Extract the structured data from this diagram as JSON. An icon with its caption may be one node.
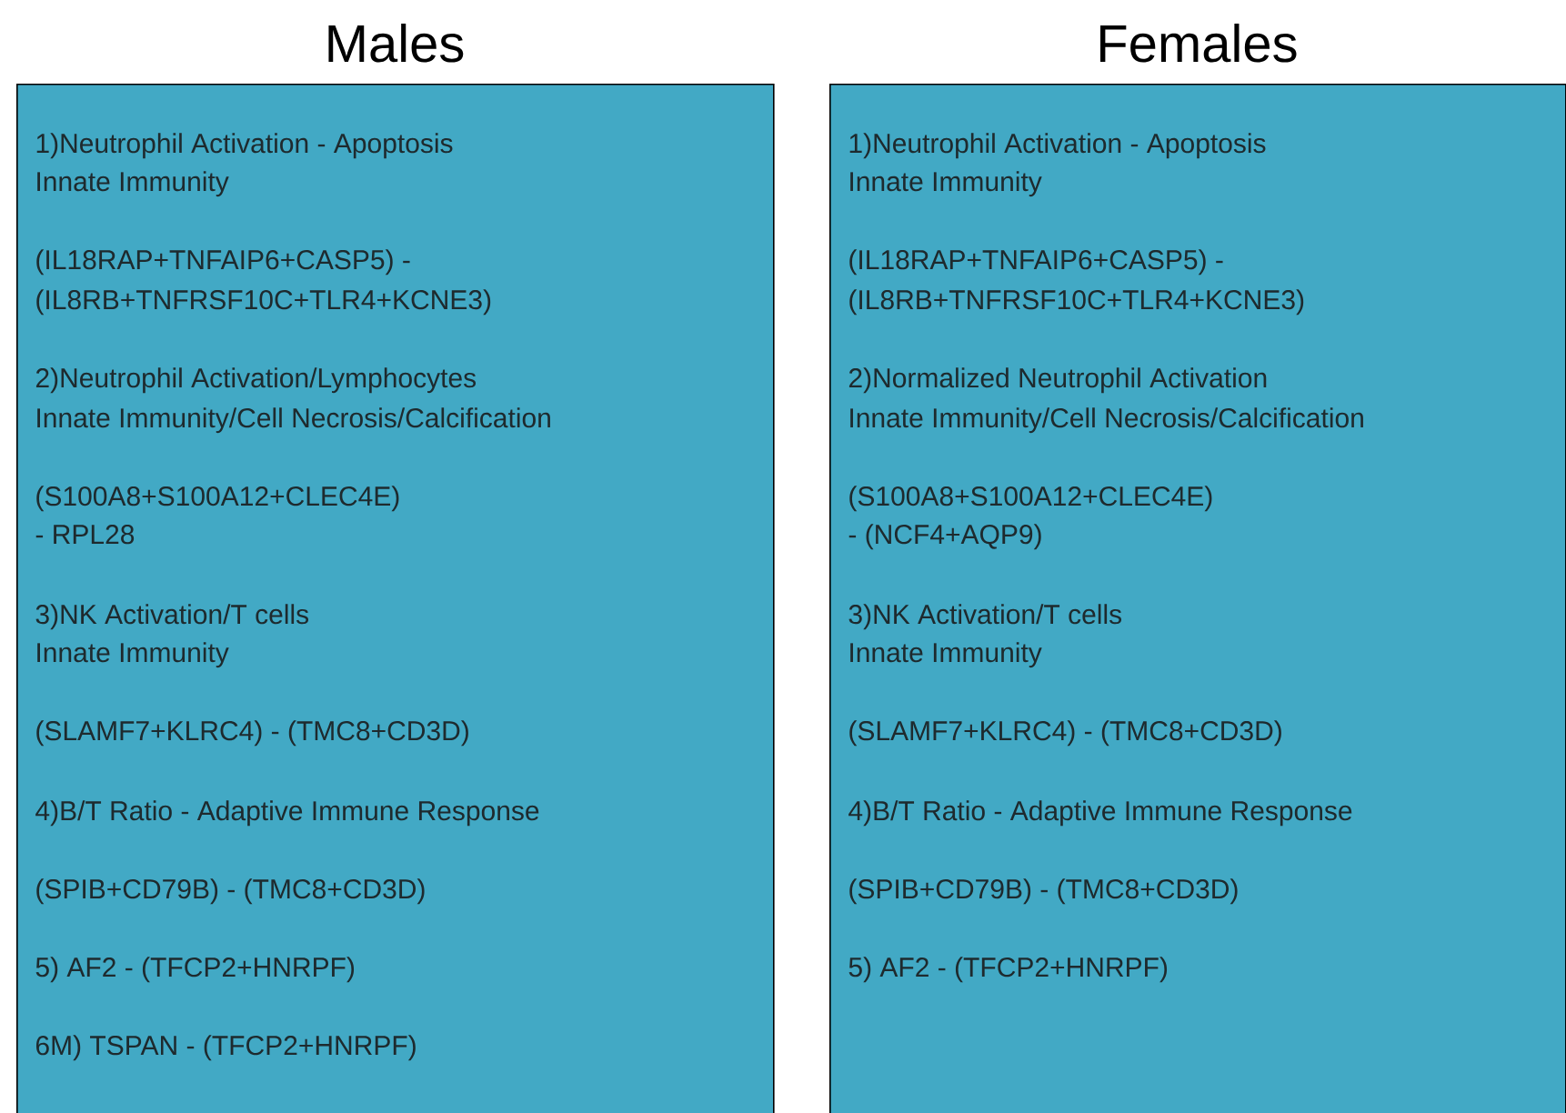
{
  "diagram": {
    "nodes": [
      {
        "text": [
          "Males",
          "1)Neutrophil Activation - Apoptosis",
          "Innate Immunity",
          "(IL18RAP+TNFAIP6+CASP5) -",
          "(IL8RB+TNFRSF10C+TLR4+KCNE3)",
          "2)Neutrophil Activation/Lymphocytes",
          "Innate Immunity/Cell Necrosis/Calcification",
          "(S100A8+S100A12+CLEC4E)",
          "- RPL28",
          "3)NK Activation/T cells",
          "Innate Immunity",
          "(SLAMF7+KLRC4) - (TMC8+CD3D)",
          "4)B/T Ratio - Adaptive Immune Response",
          "(SPIB+CD79B) - (TMC8+CD3D)",
          "5) AF2 - (TFCP2+HNRPF)",
          "6M) TSPAN - (TFCP2+HNRPF)"
        ]
      },
      {
        "text": [
          "Females",
          "1)Neutrophil Activation - Apoptosis",
          "Innate Immunity",
          "(IL18RAP+TNFAIP6+CASP5) -",
          "(IL8RB+TNFRSF10C+TLR4+KCNE3)",
          "2)Normalized Neutrophil Activation",
          "Innate Immunity/Cell Necrosis/Calcification",
          "(S100A8+S100A12+CLEC4E)",
          "- (NCF4+AQP9)",
          "3)NK Activation/T cells",
          "Innate Immunity",
          "(SLAMF7+KLRC4) - (TMC8+CD3D)",
          "4)B/T Ratio - Adaptive Immune Response",
          "(SPIB+CD79B) - (TMC8+CD3D)",
          "5) AF2 - (TFCP2+HNRPF)"
        ]
      }
    ]
  }
}
